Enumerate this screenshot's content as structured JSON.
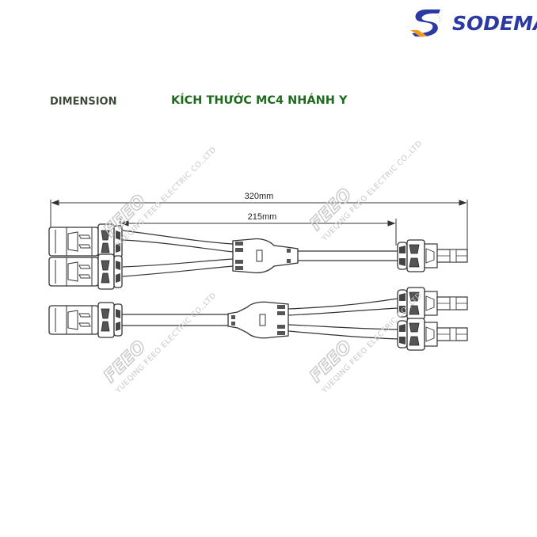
{
  "brand": {
    "name": "SODEMA",
    "primary_color": "#2b3aa3",
    "accent_color": "#f29a1d"
  },
  "header": {
    "dimension_label": "DIMENSION",
    "title_vn": "KÍCH THƯỚC MC4 NHÁNH Y",
    "title_vn_color": "#1e6b1e"
  },
  "diagram": {
    "total_length_label": "320mm",
    "branch_length_label": "215mm"
  },
  "watermark": {
    "logo_text": "FEEO",
    "company_text": "YUEQING FEEO ELECTRIC CO.,LTD"
  }
}
